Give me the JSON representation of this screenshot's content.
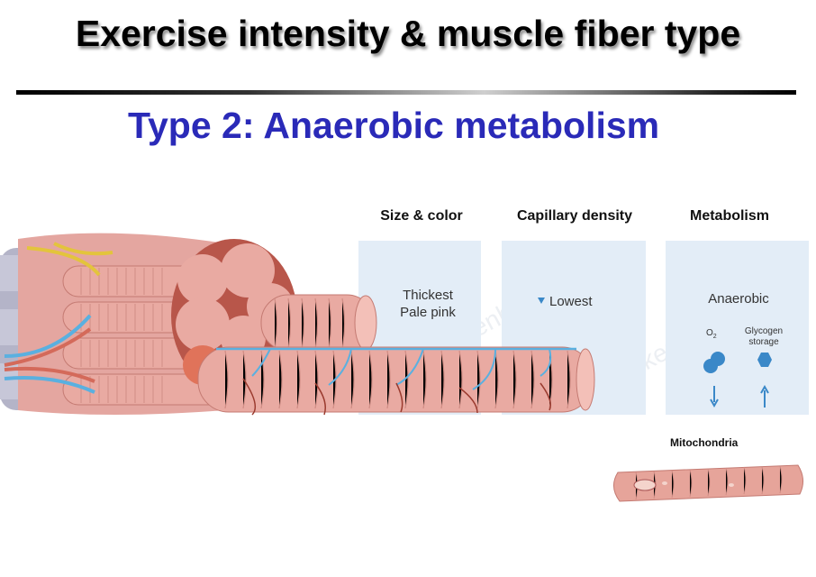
{
  "title": "Exercise intensity & muscle fiber type",
  "subtitle": "Type 2: Anaerobic metabolism",
  "columns": {
    "size_color": {
      "header": "Size & color",
      "line1": "Thickest",
      "line2": "Pale pink"
    },
    "capillary": {
      "header": "Capillary density",
      "value": "Lowest"
    },
    "metabolism": {
      "header": "Metabolism",
      "value": "Anaerobic",
      "o2_label": "O",
      "o2_sub": "2",
      "glycogen_line1": "Glycogen",
      "glycogen_line2": "storage"
    }
  },
  "mitochondria_label": "Mitochondria",
  "watermark": "www.kenhub.com ©",
  "colors": {
    "title_blue": "#2a2ab8",
    "panel_bg": "#e3edf7",
    "muscle": "#e8a29a",
    "muscle_dark": "#b8564a",
    "capillary": "#5ab0e0",
    "nerve": "#e3c43c",
    "icon_blue": "#3a88c8"
  }
}
